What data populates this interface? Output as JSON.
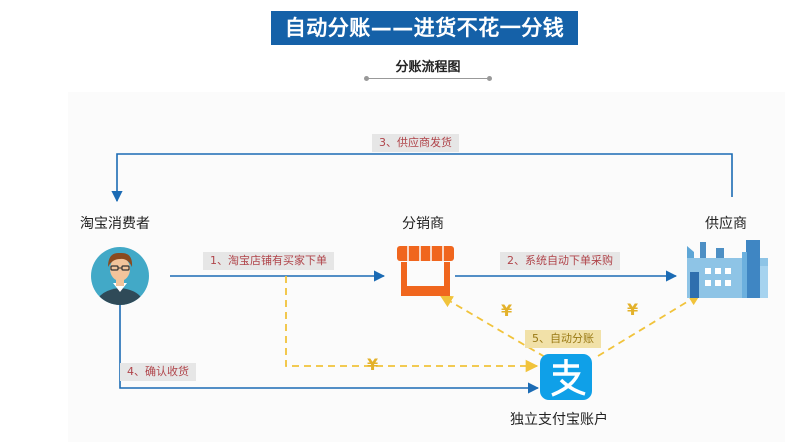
{
  "title": "自动分账——进货不花一分钱",
  "subtitle": "分账流程图",
  "nodes": {
    "consumer": "淘宝消费者",
    "distributor": "分销商",
    "supplier": "供应商",
    "alipay": "独立支付宝账户"
  },
  "steps": {
    "step1": "1、淘宝店铺有买家下单",
    "step2": "2、系统自动下单采购",
    "step3": "3、供应商发货",
    "step4": "4、确认收货",
    "step5": "5、自动分账"
  },
  "yen_symbol": "¥",
  "colors": {
    "title_bg": "#1561a8",
    "arrow_blue": "#1b6bb4",
    "dash_gold": "#f1c33b",
    "step_text": "#b0444a",
    "shop_orange": "#f0661e",
    "alipay_blue": "#0fa0e8"
  },
  "icons": {
    "consumer": "person-avatar-icon",
    "distributor": "storefront-icon",
    "supplier": "factory-icon",
    "alipay": "alipay-icon"
  }
}
